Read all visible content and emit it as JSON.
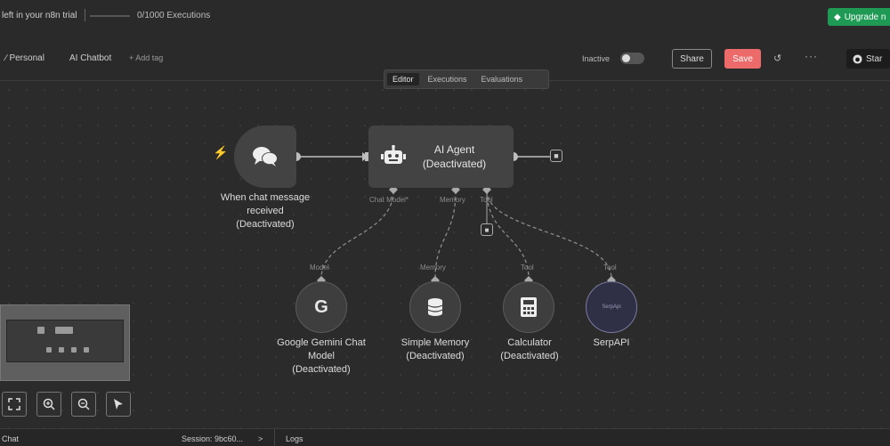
{
  "topbar": {
    "trial_text": "left in your n8n trial",
    "executions_text": "0/1000 Executions",
    "executions_progress": 0.0,
    "upgrade_label": "Upgrade n"
  },
  "header": {
    "breadcrumb_project": "Personal",
    "breadcrumb_workflow": "AI Chatbot",
    "add_tag": "+ Add tag",
    "inactive_label": "Inactive",
    "share_label": "Share",
    "save_label": "Save",
    "star_label": "Star"
  },
  "tabs": [
    {
      "label": "Editor",
      "active": true
    },
    {
      "label": "Executions",
      "active": false
    },
    {
      "label": "Evaluations",
      "active": false
    }
  ],
  "nodes": {
    "trigger": {
      "label_1": "When chat message",
      "label_2": "received",
      "status": "(Deactivated)"
    },
    "agent": {
      "title": "AI Agent",
      "status": "(Deactivated)",
      "port_chat_model": "Chat Model*",
      "port_memory": "Memory",
      "port_tool": "Tool"
    },
    "gemini": {
      "port": "Model",
      "label_1": "Google Gemini Chat",
      "label_2": "Model",
      "status": "(Deactivated)"
    },
    "memory": {
      "port": "Memory",
      "label": "Simple Memory",
      "status": "(Deactivated)"
    },
    "calculator": {
      "port": "Tool",
      "label": "Calculator",
      "status": "(Deactivated)"
    },
    "serpapi": {
      "port": "Tool",
      "label": "SerpAPI",
      "icon_text": "SerpApi"
    }
  },
  "bottom": {
    "chat_label": "Chat",
    "session_label": "Session: 9bc60...",
    "logs_label": "Logs"
  },
  "colors": {
    "accent_save": "#ec6a6a",
    "upgrade_green": "#1f9a55",
    "trigger_bolt": "#e0584f"
  }
}
